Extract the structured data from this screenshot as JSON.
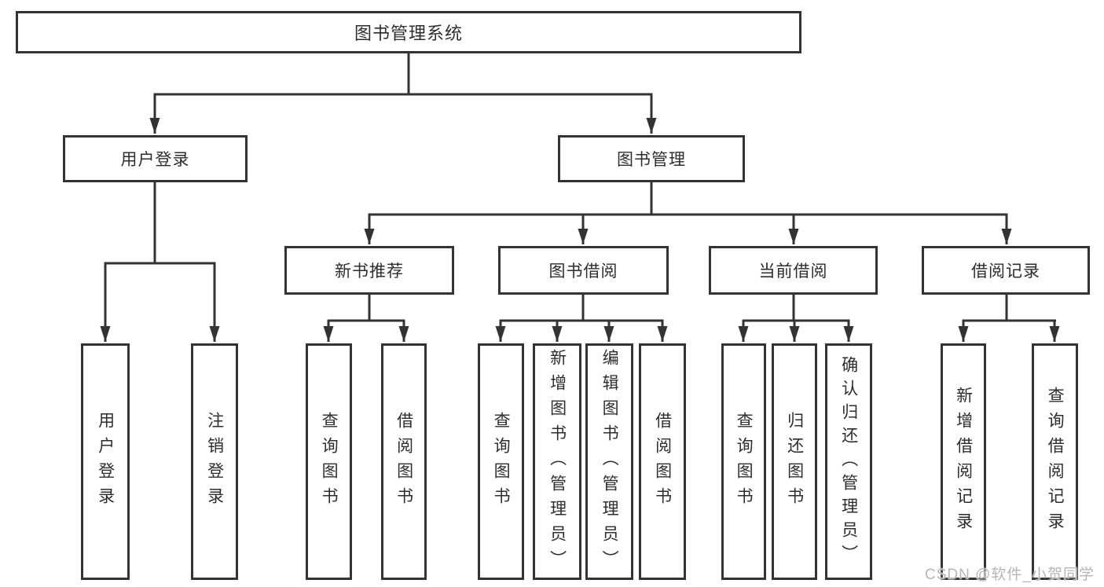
{
  "diagram": {
    "title": "图书管理系统",
    "root": {
      "label": "图书管理系统"
    },
    "branches": [
      {
        "label": "用户登录",
        "children": [
          {
            "label": "用户登录"
          },
          {
            "label": "注销登录"
          }
        ]
      },
      {
        "label": "图书管理",
        "children": [
          {
            "label": "新书推荐",
            "children": [
              {
                "label": "查询图书"
              },
              {
                "label": "借阅图书"
              }
            ]
          },
          {
            "label": "图书借阅",
            "children": [
              {
                "label": "查询图书"
              },
              {
                "label": "新增图书（管理员）"
              },
              {
                "label": "编辑图书（管理员）"
              },
              {
                "label": "借阅图书"
              }
            ]
          },
          {
            "label": "当前借阅",
            "children": [
              {
                "label": "查询图书"
              },
              {
                "label": "归还图书"
              },
              {
                "label": "确认归还（管理员）"
              }
            ]
          },
          {
            "label": "借阅记录",
            "children": [
              {
                "label": "新增借阅记录"
              },
              {
                "label": "查询借阅记录"
              }
            ]
          }
        ]
      }
    ]
  },
  "watermark": {
    "text": "CSDN @软件_小贺同学",
    "color": "#b5b5b5"
  },
  "colors": {
    "line": "#333333",
    "box_border": "#333333",
    "box_bg": "#ffffff",
    "text": "#2d2d2d",
    "background": "#ffffff"
  }
}
